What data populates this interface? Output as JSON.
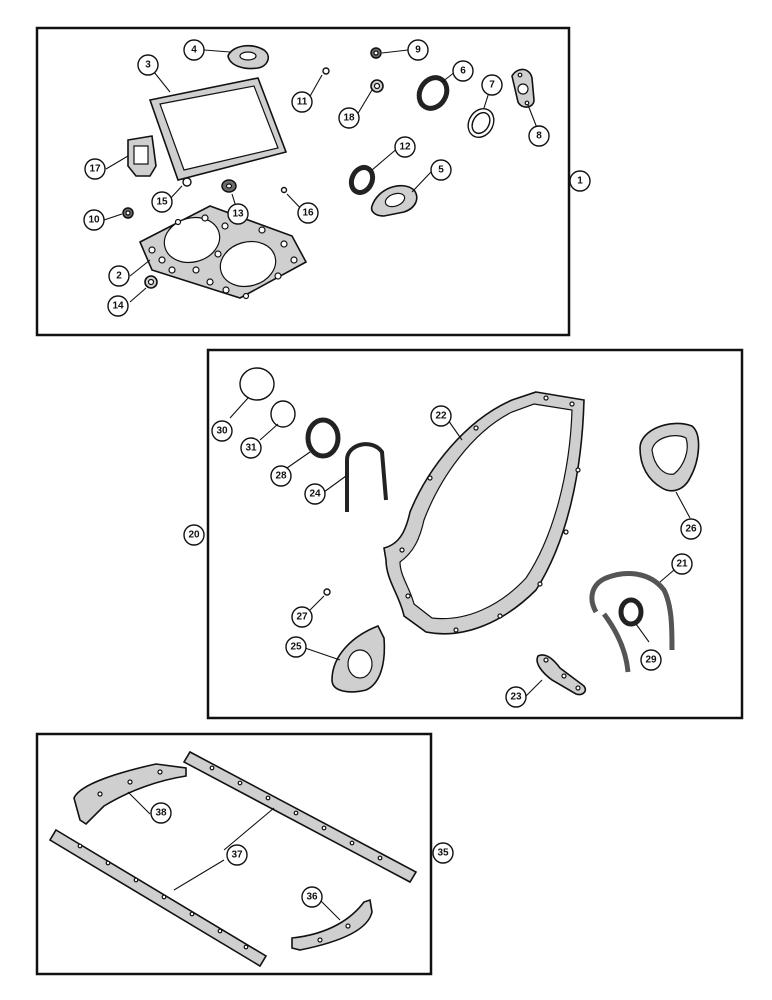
{
  "callouts": {
    "c1": "1",
    "c2": "2",
    "c3": "3",
    "c4": "4",
    "c5": "5",
    "c6": "6",
    "c7": "7",
    "c8": "8",
    "c9": "9",
    "c10": "10",
    "c11": "11",
    "c12": "12",
    "c13": "13",
    "c14": "14",
    "c15": "15",
    "c16": "16",
    "c17": "17",
    "c18": "18",
    "c20": "20",
    "c21": "21",
    "c22": "22",
    "c23": "23",
    "c24": "24",
    "c25": "25",
    "c26": "26",
    "c27": "27",
    "c28": "28",
    "c29": "29",
    "c30": "30",
    "c31": "31",
    "c35": "35",
    "c36": "36",
    "c37": "37",
    "c38": "38"
  },
  "colors": {
    "line": "#111111",
    "gasket_fill": "#cfcfcf",
    "background": "#ffffff"
  }
}
